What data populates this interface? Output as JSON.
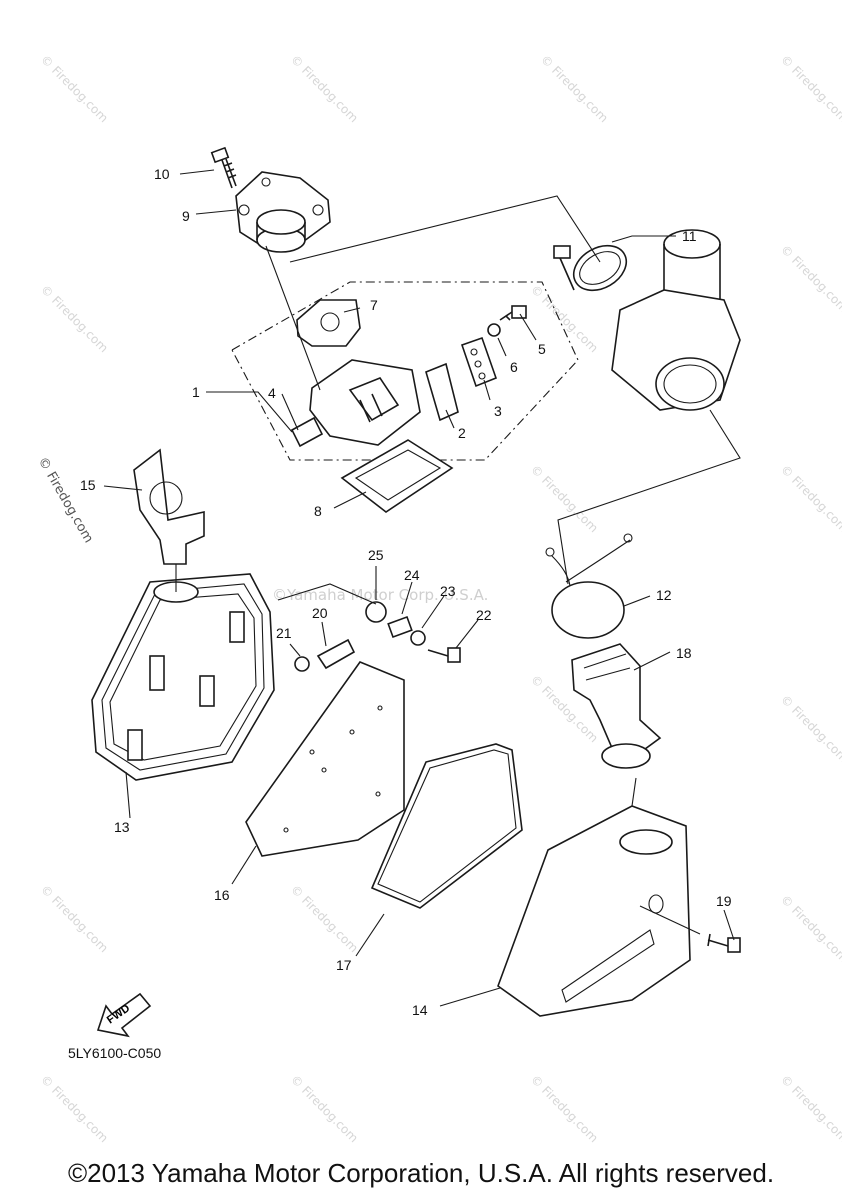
{
  "diagram_code": "5LY6100-C050",
  "fwd_label": "FWD",
  "watermark_center": "©Yamaha Motor Corp. U.S.A.",
  "watermark_side": "© Firedog.com",
  "copyright": "©2013 Yamaha Motor Corporation, U.S.A. All rights reserved.",
  "callouts": [
    "1",
    "2",
    "3",
    "4",
    "5",
    "6",
    "7",
    "8",
    "9",
    "10",
    "11",
    "12",
    "13",
    "14",
    "15",
    "16",
    "17",
    "18",
    "19",
    "20",
    "21",
    "22",
    "23",
    "24",
    "25"
  ]
}
